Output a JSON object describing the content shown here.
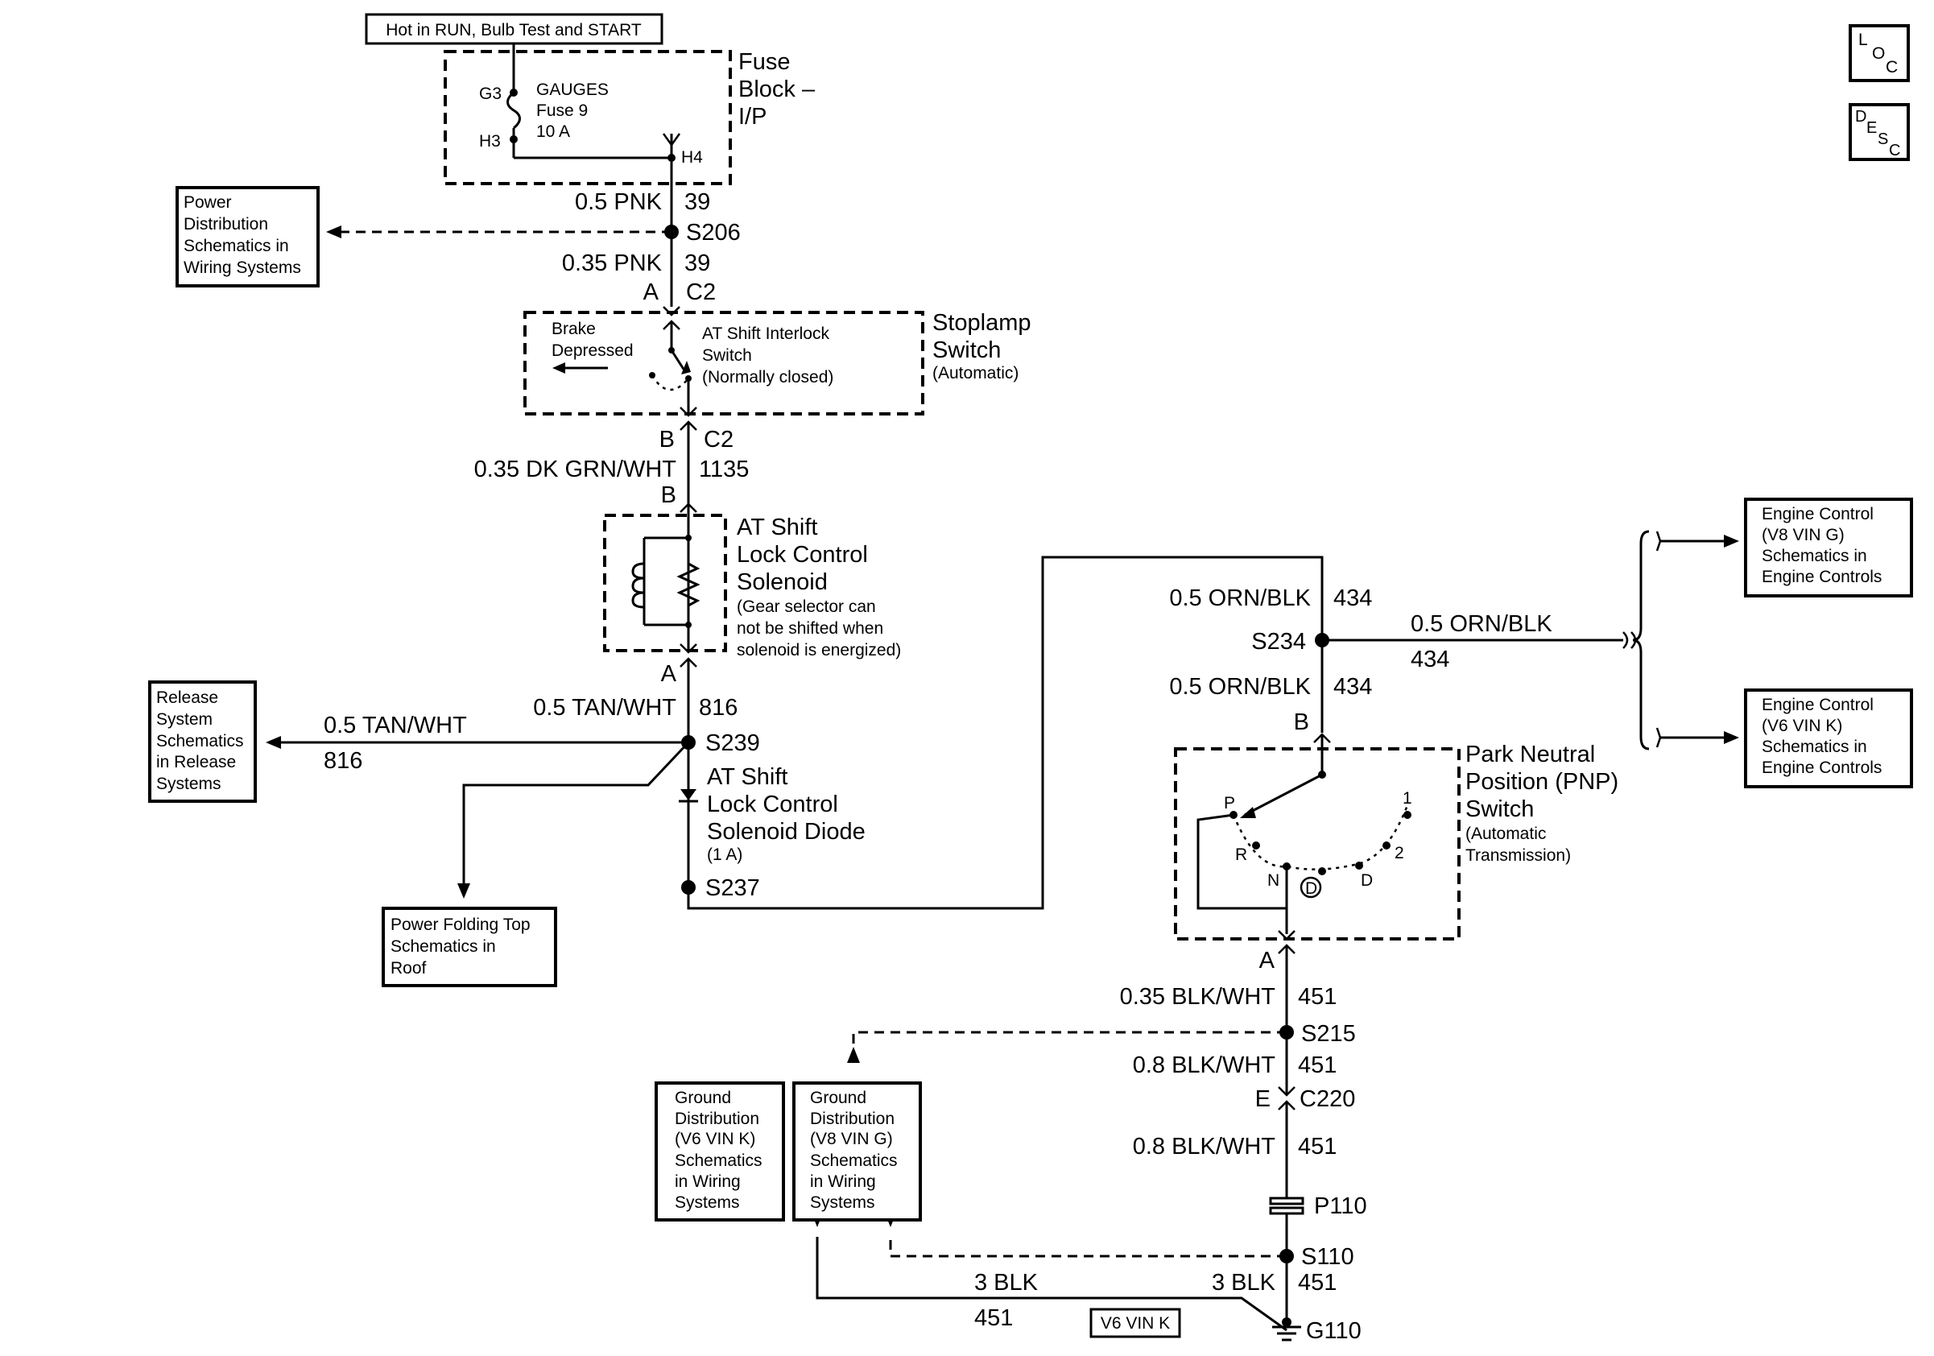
{
  "header": {
    "hot_label": "Hot in RUN, Bulb Test and START"
  },
  "icons": {
    "loc": [
      "L",
      "O",
      "C"
    ],
    "desc": [
      "D",
      "E",
      "S",
      "C"
    ]
  },
  "fuse_block": {
    "name": [
      "Fuse",
      "Block –",
      "I/P"
    ],
    "fuse": [
      "GAUGES",
      "Fuse 9",
      "10 A"
    ],
    "pin_in": "G3",
    "pin_mid": "H3",
    "pin_out": "H4"
  },
  "wires": {
    "w39a": {
      "size_color": "0.5 PNK",
      "circuit": "39"
    },
    "w39b": {
      "size_color": "0.35 PNK",
      "circuit": "39"
    },
    "w1135": {
      "size_color": "0.35 DK GRN/WHT",
      "circuit": "1135"
    },
    "w816": {
      "size_color": "0.5 TAN/WHT",
      "circuit": "816"
    },
    "w816_left": {
      "size_color": "0.5 TAN/WHT",
      "circuit": "816"
    },
    "w434a": {
      "size_color": "0.5 ORN/BLK",
      "circuit": "434"
    },
    "w434_right": {
      "size_color": "0.5 ORN/BLK",
      "circuit": "434"
    },
    "w434b": {
      "size_color": "0.5 ORN/BLK",
      "circuit": "434"
    },
    "w451a": {
      "size_color": "0.35 BLK/WHT",
      "circuit": "451"
    },
    "w451b": {
      "size_color": "0.8 BLK/WHT",
      "circuit": "451"
    },
    "w451c": {
      "size_color": "0.8 BLK/WHT",
      "circuit": "451"
    },
    "w451_right": {
      "size_color": "3 BLK",
      "circuit": "451"
    },
    "w451_bottom": {
      "size_color": "3 BLK",
      "circuit": "451"
    }
  },
  "splices": {
    "s206": "S206",
    "s239": "S239",
    "s237": "S237",
    "s234": "S234",
    "s215": "S215",
    "s110": "S110"
  },
  "connectors": {
    "c2_a_pin": "A",
    "c2_a_name": "C2",
    "c2_b_pin": "B",
    "c2_b_name": "C2",
    "sol_b_pin": "B",
    "sol_a_pin": "A",
    "pnp_b_pin": "B",
    "pnp_a_pin": "A",
    "c220_pin": "E",
    "c220_name": "C220",
    "p110": "P110",
    "g110": "G110"
  },
  "stoplamp": {
    "name": [
      "Stoplamp",
      "Switch"
    ],
    "sub": "(Automatic)",
    "brake": [
      "Brake",
      "Depressed"
    ],
    "interlock": [
      "AT Shift Interlock",
      "Switch",
      "(Normally closed)"
    ]
  },
  "solenoid": {
    "name": [
      "AT Shift",
      "Lock Control",
      "Solenoid"
    ],
    "note": [
      "(Gear selector can",
      "not be shifted when",
      "solenoid is energized)"
    ]
  },
  "diode": {
    "name": [
      "AT Shift",
      "Lock Control",
      "Solenoid Diode"
    ],
    "rating": "(1 A)"
  },
  "pnp": {
    "name": [
      "Park Neutral",
      "Position (PNP)",
      "Switch"
    ],
    "sub": [
      "(Automatic",
      "Transmission)"
    ],
    "positions": {
      "p": "P",
      "r": "R",
      "n": "N",
      "d": "D",
      "d_circle": "D",
      "two": "2",
      "one": "1"
    }
  },
  "refs": {
    "power_dist": [
      "Power",
      "Distribution",
      "Schematics in",
      "Wiring Systems"
    ],
    "release": [
      "Release",
      "System",
      "Schematics",
      "in Release",
      "Systems"
    ],
    "folding_top": [
      "Power Folding Top",
      "Schematics in",
      "Roof"
    ],
    "engine_g": [
      "Engine Control",
      "(V8 VIN G)",
      "Schematics in",
      "Engine Controls"
    ],
    "engine_k": [
      "Engine Control",
      "(V6 VIN K)",
      "Schematics in",
      "Engine Controls"
    ],
    "ground_k": [
      "Ground",
      "Distribution",
      "(V6 VIN K)",
      "Schematics",
      "in Wiring",
      "Systems"
    ],
    "ground_g": [
      "Ground",
      "Distribution",
      "(V8 VIN G)",
      "Schematics",
      "in Wiring",
      "Systems"
    ]
  },
  "v6_tag": "V6 VIN K"
}
